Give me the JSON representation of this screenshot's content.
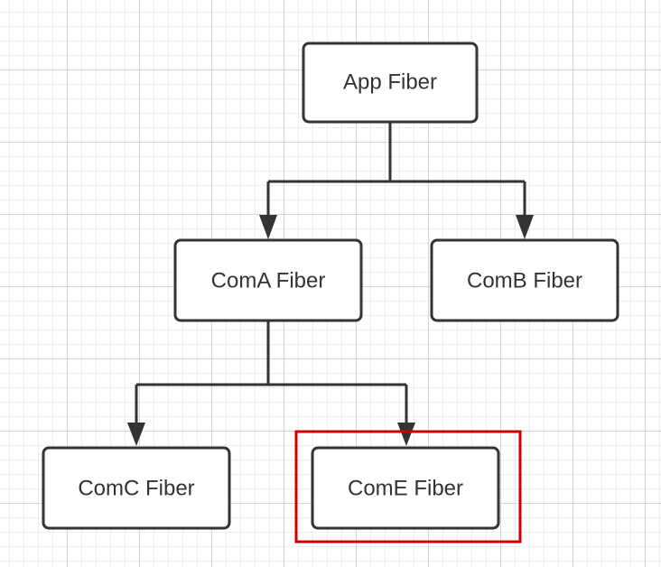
{
  "nodes": {
    "app": {
      "label": "App Fiber"
    },
    "com_a": {
      "label": "ComA Fiber"
    },
    "com_b": {
      "label": "ComB Fiber"
    },
    "com_c": {
      "label": "ComC Fiber"
    },
    "com_e": {
      "label": "ComE Fiber"
    }
  },
  "edges": [
    {
      "from": "App Fiber",
      "to": "ComA Fiber"
    },
    {
      "from": "App Fiber",
      "to": "ComB Fiber"
    },
    {
      "from": "ComA Fiber",
      "to": "ComC Fiber"
    },
    {
      "from": "ComA Fiber",
      "to": "ComE Fiber"
    }
  ],
  "highlighted_node": "ComE Fiber",
  "colors": {
    "node_stroke": "#333333",
    "node_fill": "#ffffff",
    "highlight": "#cc0000",
    "text": "#333333"
  }
}
